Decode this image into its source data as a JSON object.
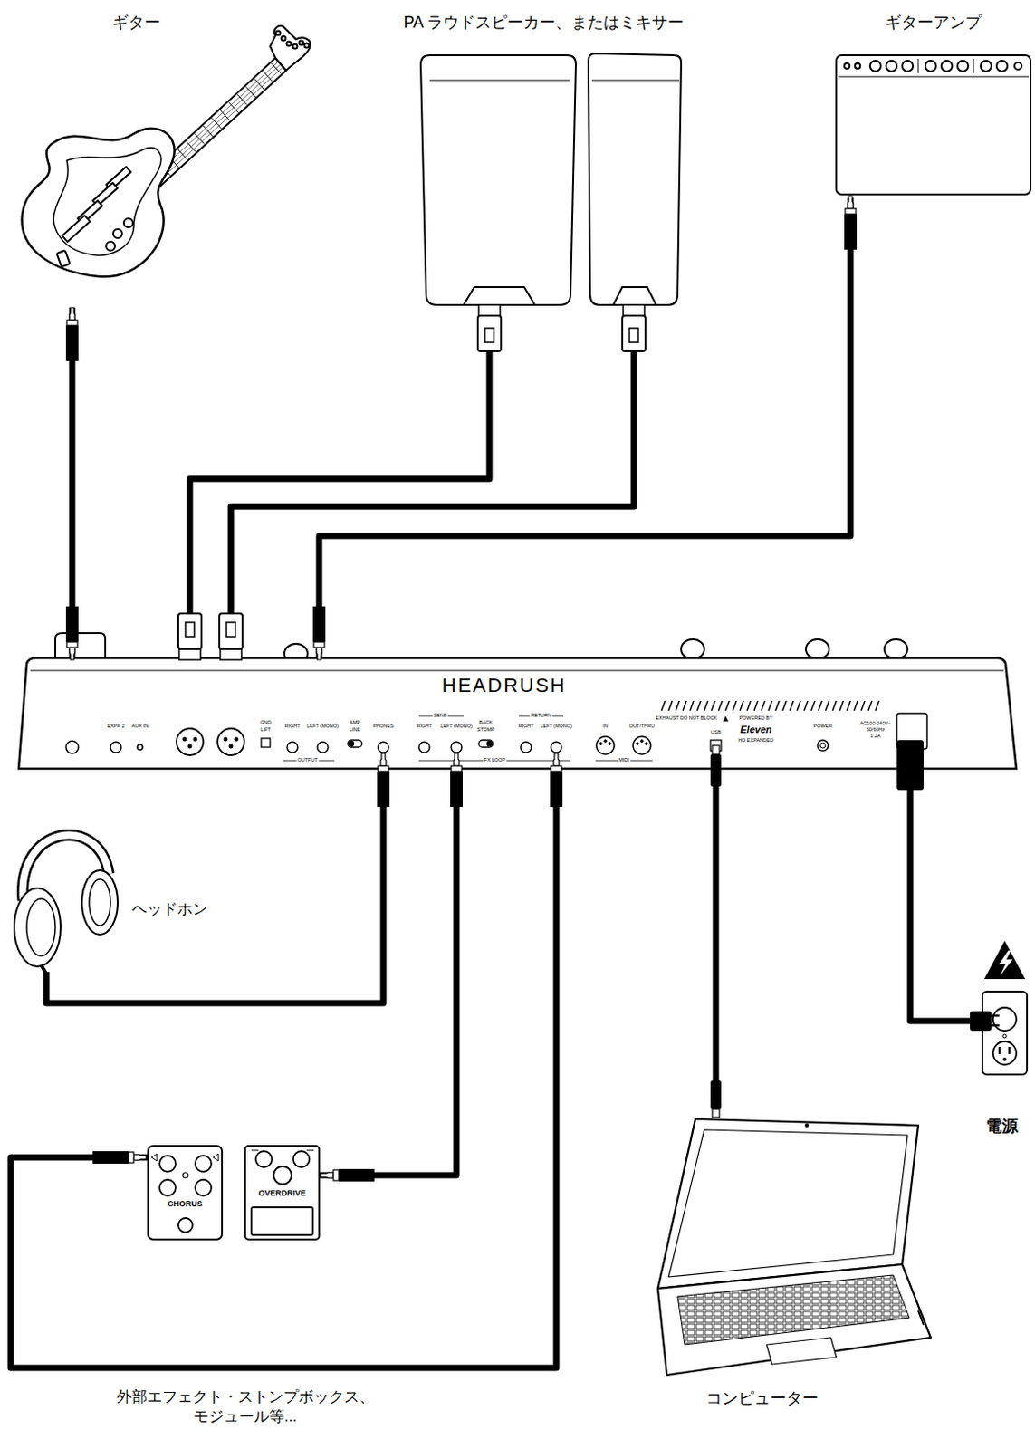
{
  "diagram": {
    "nodes": [
      {
        "text": [
          "ギター"
        ]
      },
      {
        "text": [
          "PA ラウドスピーカー、またはミキサー"
        ]
      },
      {
        "text": [
          "ギターアンプ"
        ]
      },
      {
        "text": [
          "HEADRUSH"
        ]
      },
      {
        "text": [
          "ヘッドホン"
        ]
      },
      {
        "text": [
          "外部エフェクト・ストンプボックス、 モジュール等..."
        ]
      },
      {
        "text": [
          "CHORUS"
        ],
        "in": 5
      },
      {
        "text": [
          "OVERDRIVE"
        ],
        "in": 5
      },
      {
        "text": [
          "コンピューター"
        ]
      },
      {
        "text": [
          "電源"
        ]
      }
    ],
    "edges": [
      {
        "from": 0,
        "to": 3,
        "arrow": "none"
      },
      {
        "from": 1,
        "to": 3,
        "arrow": "none"
      },
      {
        "from": 1,
        "to": 3,
        "arrow": "none"
      },
      {
        "from": 2,
        "to": 3,
        "arrow": "none"
      },
      {
        "from": 3,
        "to": 4,
        "arrow": "none"
      },
      {
        "from": 3,
        "to": 7,
        "arrow": "none"
      },
      {
        "from": 6,
        "to": 3,
        "arrow": "none"
      },
      {
        "from": 3,
        "to": 8,
        "arrow": "none"
      },
      {
        "from": 3,
        "to": 9,
        "arrow": "none"
      }
    ],
    "labels": [
      "EXPR 2",
      "AUX IN",
      "GND",
      "LIFT",
      "RIGHT",
      "LEFT (MONO)",
      "OUTPUT",
      "AMP",
      "LINE",
      "PHONES",
      "SEND",
      "RIGHT",
      "LEFT (MONO)",
      "BACK",
      "STOMP",
      "FX LOOP",
      "RETURN",
      "RIGHT",
      "LEFT (MONO)",
      "IN",
      "OUT/THRU",
      "MIDI",
      "EXHAUST DO NOT BLOCK",
      "USB",
      "POWERED BY",
      "Eleven",
      "HD EXPANDED",
      "POWER",
      "AC100-240V~",
      "50/60Hz",
      "1.2A"
    ]
  }
}
